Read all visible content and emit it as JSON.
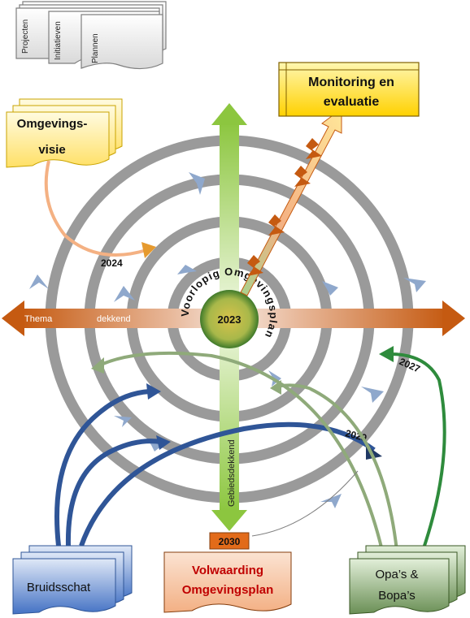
{
  "docs": {
    "projecten": "Projecten",
    "initiatieven": "Initiatieven",
    "plannen": "Plannen"
  },
  "omgevingsvisie": {
    "line1": "Omgevings-",
    "line2": "visie"
  },
  "monitoring": {
    "line1": "Monitoring en",
    "line2": "evaluatie"
  },
  "center": {
    "year": "2023",
    "arc_text": "Voorlopig Omgevingsplan"
  },
  "axis": {
    "thema": "Thema",
    "dekkend": "dekkend",
    "gebiedsdekkend": "Gebiedsdekkend"
  },
  "years": {
    "y2024": "2024",
    "y2027": "2027",
    "y2029": "2029",
    "y2030": "2030"
  },
  "bottom": {
    "bruidsschat": "Bruidsschat",
    "volwaarding_line1": "Volwaarding",
    "volwaarding_line2": "Omgevingsplan",
    "opas_line1": "Opa’s &",
    "opas_line2": "Bopa’s"
  },
  "colors": {
    "ring": "#9a9a9a",
    "green_arrow": "#8cc63f",
    "orange_arrow": "#c55a11",
    "yellow_box": "#ffd700",
    "blue_doc": "#4472c4",
    "grey_green_doc": "#6a8f55",
    "red_text": "#c00000",
    "chevron": "#7f9fc8"
  }
}
